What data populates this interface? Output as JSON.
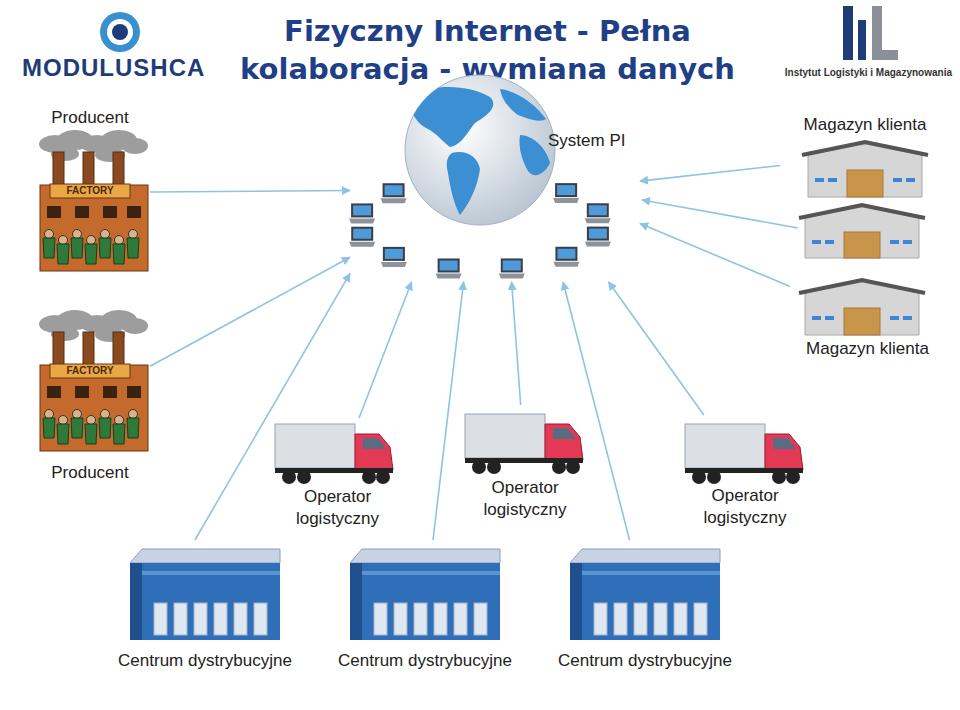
{
  "diagram": {
    "title": "Fizyczny Internet - Pełna kolaboracja - wymiana danych",
    "nodes": [
      {
        "text": [
          "Producent"
        ]
      },
      {
        "text": [
          "System PI"
        ]
      },
      {
        "text": [
          "Magazyn klienta"
        ]
      },
      {
        "text": [
          "Magazyn klienta"
        ]
      },
      {
        "text": [
          "Producent"
        ]
      },
      {
        "text": [
          "Operator logistyczny"
        ]
      },
      {
        "text": [
          "Operator logistyczny"
        ]
      },
      {
        "text": [
          "Operator logistyczny"
        ]
      },
      {
        "text": [
          "Centrum dystrybucyjne"
        ]
      },
      {
        "text": [
          "Centrum dystrybucyjne"
        ]
      },
      {
        "text": [
          "Centrum dystrybucyjne"
        ]
      }
    ],
    "edges": [
      {
        "from": 0,
        "to": 1,
        "arrow": "to"
      },
      {
        "from": 2,
        "to": 1,
        "arrow": "to"
      },
      {
        "from": 3,
        "to": 1,
        "arrow": "to"
      },
      {
        "from": 4,
        "to": 1,
        "arrow": "to"
      },
      {
        "from": 5,
        "to": 1,
        "arrow": "to"
      },
      {
        "from": 6,
        "to": 1,
        "arrow": "to"
      },
      {
        "from": 7,
        "to": 1,
        "arrow": "to"
      },
      {
        "from": 8,
        "to": 1,
        "arrow": "to"
      },
      {
        "from": 9,
        "to": 1,
        "arrow": "to"
      },
      {
        "from": 10,
        "to": 1,
        "arrow": "to"
      }
    ],
    "labels": [
      "MODULUSHCA",
      "Instytut Logistyki i Magazynowania",
      "FACTORY",
      "FACTORY"
    ]
  }
}
